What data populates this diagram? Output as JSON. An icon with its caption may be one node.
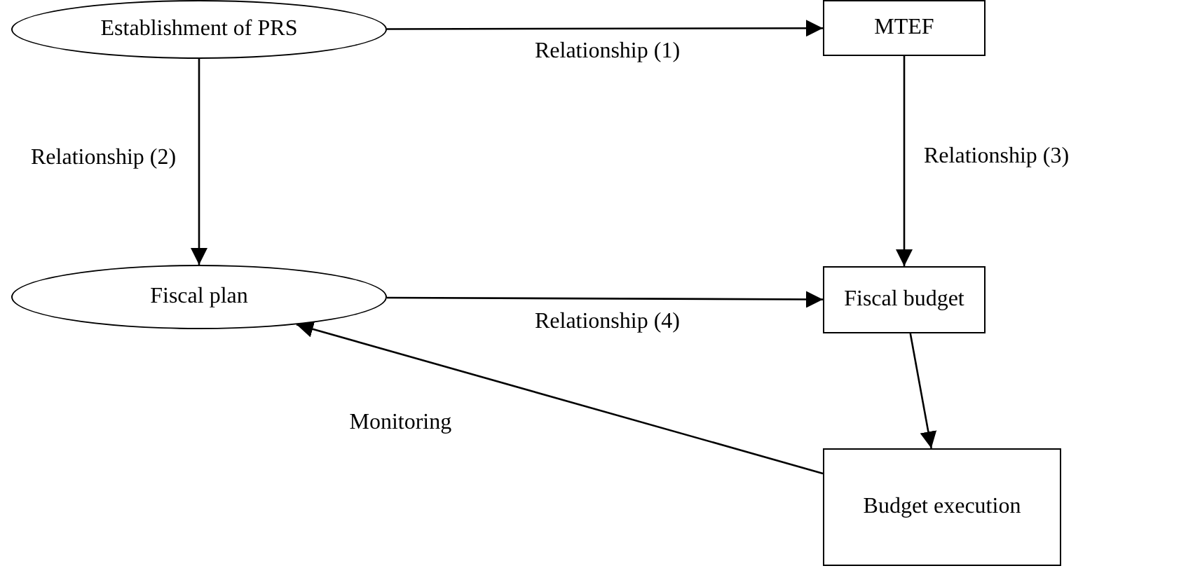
{
  "diagram": {
    "nodes": [
      {
        "text": [
          "Establishment of PRS"
        ]
      },
      {
        "text": [
          "MTEF"
        ]
      },
      {
        "text": [
          "Fiscal plan"
        ]
      },
      {
        "text": [
          "Fiscal budget"
        ]
      },
      {
        "text": [
          "Budget execution"
        ]
      }
    ],
    "edges": [
      {
        "from": 0,
        "to": 1,
        "arrow": "to",
        "label": "Relationship (1)"
      },
      {
        "from": 0,
        "to": 2,
        "arrow": "to",
        "label": "Relationship (2)"
      },
      {
        "from": 1,
        "to": 3,
        "arrow": "to",
        "label": "Relationship (3)"
      },
      {
        "from": 2,
        "to": 3,
        "arrow": "to",
        "label": "Relationship (4)"
      },
      {
        "from": 3,
        "to": 4,
        "arrow": "to"
      },
      {
        "from": 4,
        "to": 2,
        "arrow": "to",
        "label": "Monitoring"
      }
    ]
  }
}
